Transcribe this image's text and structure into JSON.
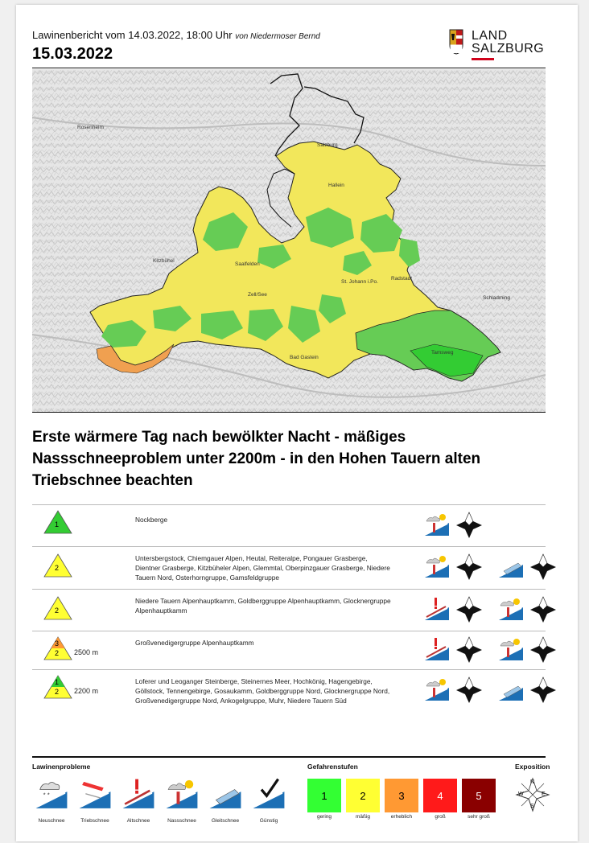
{
  "header": {
    "report_line": "Lawinenbericht vom 14.03.2022, 18:00 Uhr",
    "author_line": "von Niedermoser Bernd",
    "date": "15.03.2022"
  },
  "logo": {
    "line1": "LAND",
    "line2": "SALZBURG"
  },
  "headline": "Erste wärmere Tag nach bewölkter Nacht - mäßiges Nassschneeproblem unter 2200m - in den Hohen Tauern alten Triebschnee beachten",
  "map": {
    "place_names": [
      "Rosenheim",
      "Salzburg",
      "Hallein",
      "St. Johann i.Po.",
      "Zell/See",
      "Bad Gastein",
      "Tamsweg",
      "Kitzbühel",
      "Schladming",
      "Radstadt",
      "Saalfelden"
    ]
  },
  "colors": {
    "level1": "#33cc33",
    "level2": "#ffff33",
    "level3": "#ff9933",
    "level4": "#ff2222",
    "level5": "#880000",
    "map_green": "#55cc55",
    "map_yellow": "#f2e75b",
    "map_orange": "#f0a050"
  },
  "rows": [
    {
      "level_top": "1",
      "level_bottom": "",
      "elevation": "",
      "regions": "Nockberge",
      "problems": [
        "nassschnee-icon"
      ]
    },
    {
      "level_top": "2",
      "level_bottom": "",
      "elevation": "",
      "regions": "Untersbergstock, Chiemgauer Alpen, Heutal, Reiteralpe, Pongauer Grasberge, Dientner Grasberge, Kitzbüheler Alpen, Glemmtal, Oberpinzgauer Grasberge, Niedere Tauern Nord, Osterhorngruppe, Gamsfeldgruppe",
      "problems": [
        "nassschnee-icon",
        "gleitschnee-icon"
      ]
    },
    {
      "level_top": "2",
      "level_bottom": "",
      "elevation": "",
      "regions": "Niedere Tauern Alpenhauptkamm, Goldberggruppe Alpenhauptkamm, Glocknergruppe Alpenhauptkamm",
      "problems": [
        "altschnee-icon",
        "nassschnee-icon"
      ]
    },
    {
      "level_top": "3",
      "level_bottom": "2",
      "elevation": "2500 m",
      "regions": "Großvenedigergruppe Alpenhauptkamm",
      "problems": [
        "altschnee-icon",
        "nassschnee-icon"
      ]
    },
    {
      "level_top": "1",
      "level_bottom": "2",
      "elevation": "2200 m",
      "regions": "Loferer und Leoganger Steinberge, Steinernes Meer, Hochkönig, Hagengebirge, Göllstock, Tennengebirge, Gosaukamm, Goldberggruppe Nord, Glocknergruppe Nord, Großvenedigergruppe Nord, Ankogelgruppe, Muhr, Niedere Tauern Süd",
      "problems": [
        "nassschnee-icon",
        "gleitschnee-icon"
      ]
    }
  ],
  "legend": {
    "problems_title": "Lawinenprobleme",
    "problems": [
      "Neuschnee",
      "Triebschnee",
      "Altschnee",
      "Nassschnee",
      "Gleitschnee",
      "Günstig"
    ],
    "levels_title": "Gefahrenstufen",
    "levels": [
      {
        "num": "1",
        "label": "gering"
      },
      {
        "num": "2",
        "label": "mäßig"
      },
      {
        "num": "3",
        "label": "erheblich"
      },
      {
        "num": "4",
        "label": "groß"
      },
      {
        "num": "5",
        "label": "sehr groß"
      }
    ],
    "exposition_title": "Exposition",
    "compass": [
      "N",
      "E",
      "S",
      "W"
    ]
  }
}
